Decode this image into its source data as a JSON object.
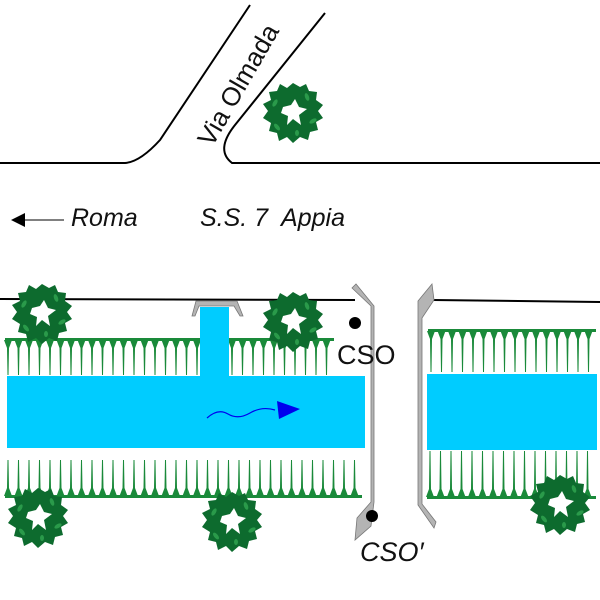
{
  "labels": {
    "side_road": "Via Olmada",
    "direction": "Roma",
    "main_road": "S.S. 7  Appia",
    "cso": "CSO",
    "cso_prime": "CSO′"
  },
  "icons": {
    "direction_arrow": "arrow-left-icon",
    "flow_arrow": "wavy-arrow-right-icon",
    "tree": "tree-canopy-icon"
  },
  "colors": {
    "water": "#00ccff",
    "grass": "#1a8a3a",
    "tree": "#0d6b2e",
    "tree_light": "#2a9a4a",
    "culvert": "#b4b4b4",
    "flow_arrow": "#0000ee",
    "line": "#000000"
  }
}
